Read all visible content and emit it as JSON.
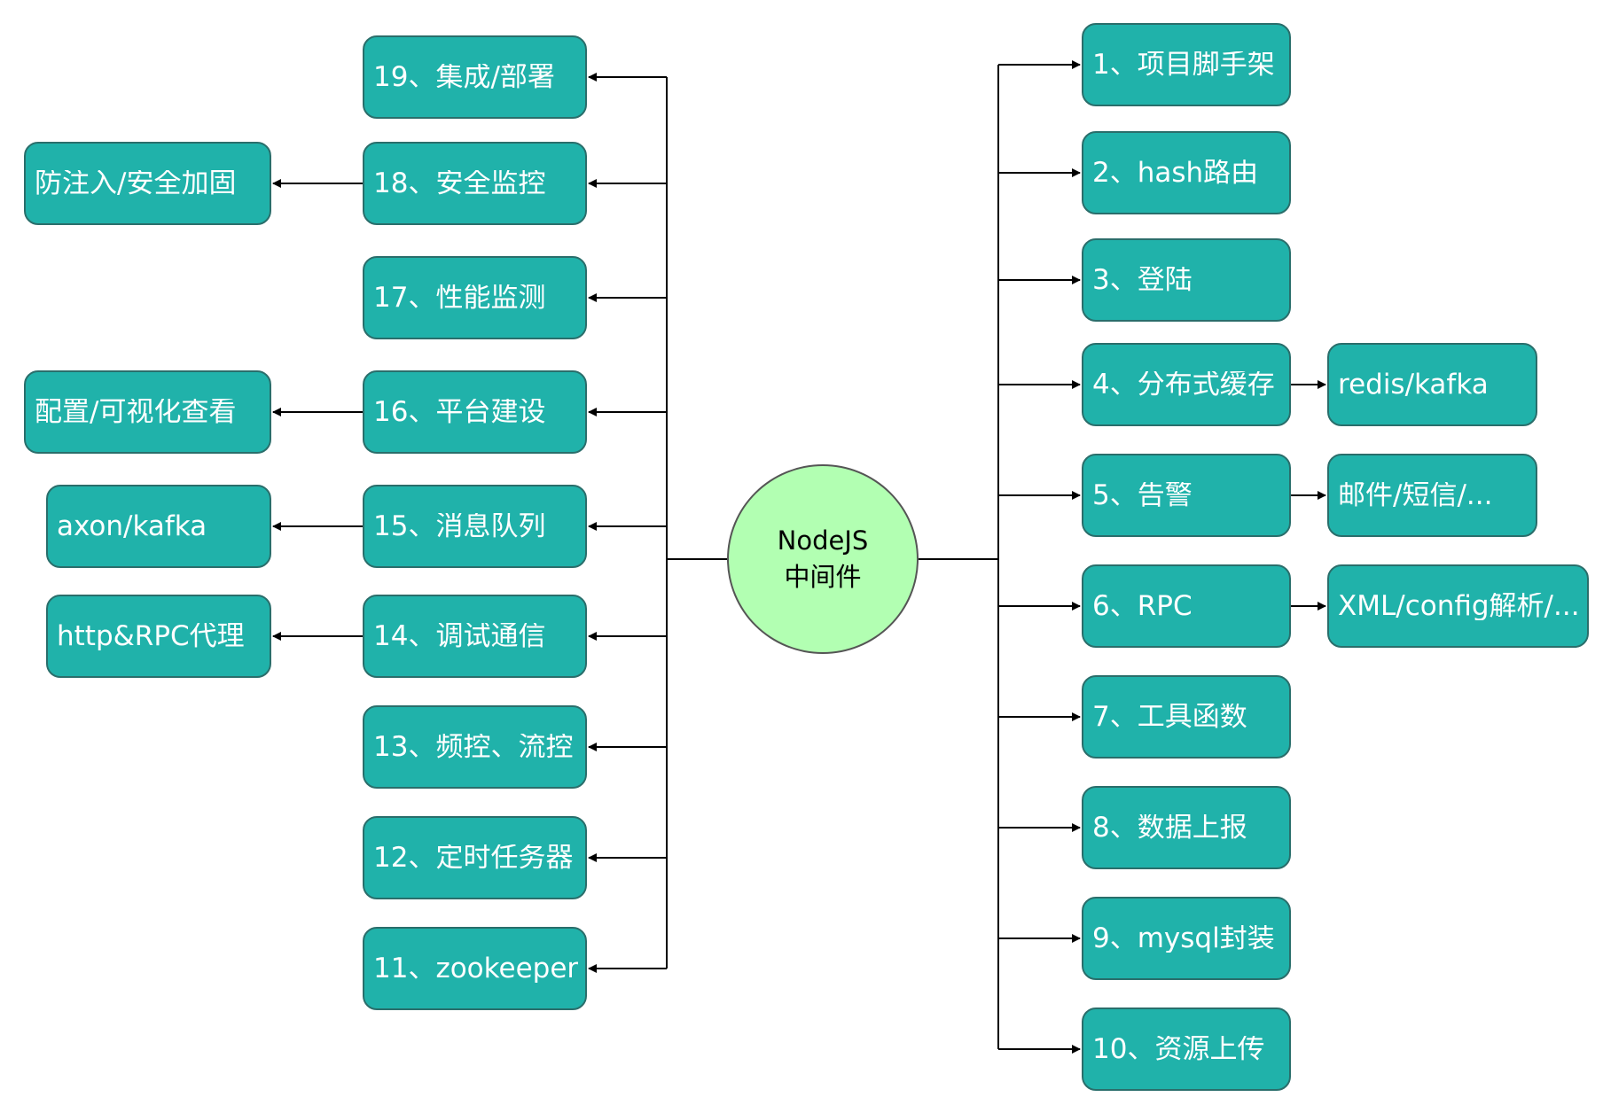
{
  "center": {
    "line1": "NodeJS",
    "line2": "中间件"
  },
  "colors": {
    "node_fill": "#20b2aa",
    "node_border": "#2a6e6b",
    "node_text": "#ffffff",
    "center_fill": "#b2ffb2",
    "edge": "#000000"
  },
  "right_nodes": [
    {
      "label": "1、项目脚手架"
    },
    {
      "label": "2、hash路由"
    },
    {
      "label": "3、登陆"
    },
    {
      "label": "4、分布式缓存",
      "child": "redis/kafka"
    },
    {
      "label": "5、告警",
      "child": "邮件/短信/..."
    },
    {
      "label": "6、RPC",
      "child": "XML/config解析/..."
    },
    {
      "label": "7、工具函数"
    },
    {
      "label": "8、数据上报"
    },
    {
      "label": "9、mysql封装"
    },
    {
      "label": "10、资源上传"
    }
  ],
  "left_nodes": [
    {
      "label": "19、集成/部署"
    },
    {
      "label": "18、安全监控",
      "child": "防注入/安全加固"
    },
    {
      "label": "17、性能监测"
    },
    {
      "label": "16、平台建设",
      "child": "配置/可视化查看"
    },
    {
      "label": "15、消息队列",
      "child": "axon/kafka"
    },
    {
      "label": "14、调试通信",
      "child": "http&RPC代理"
    },
    {
      "label": "13、频控、流控"
    },
    {
      "label": "12、定时任务器"
    },
    {
      "label": "11、zookeeper"
    }
  ]
}
